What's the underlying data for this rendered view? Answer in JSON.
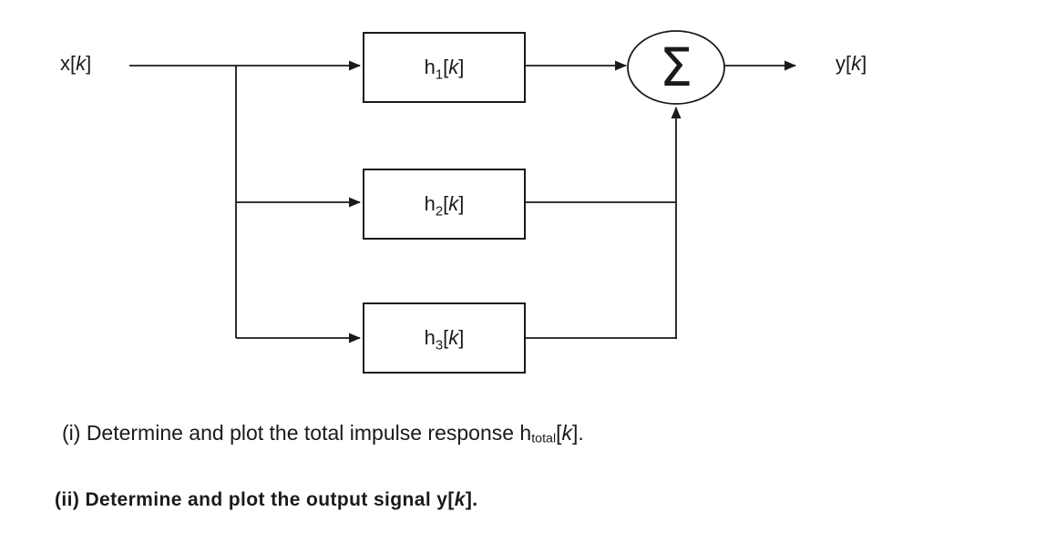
{
  "page": {
    "background": "#ffffff",
    "ink": "#1a1a1a"
  },
  "diagram": {
    "input_label": {
      "name": "x",
      "open": "[",
      "var": "k",
      "close": "]"
    },
    "output_label": {
      "name": "y",
      "open": "[",
      "var": "k",
      "close": "]"
    },
    "blocks": [
      {
        "name": "h",
        "sub": "1",
        "open": "[",
        "var": "k",
        "close": "]"
      },
      {
        "name": "h",
        "sub": "2",
        "open": "[",
        "var": "k",
        "close": "]"
      },
      {
        "name": "h",
        "sub": "3",
        "open": "[",
        "var": "k",
        "close": "]"
      }
    ],
    "summer": {
      "symbol": "Σ"
    }
  },
  "questions": {
    "item_i": {
      "prefix": "(i) Determine and plot the total impulse response h",
      "sub": "total",
      "open": "[",
      "var": "k",
      "close": "]."
    },
    "item_ii": {
      "prefix": "(ii) Determine and plot the output signal y",
      "open": "[",
      "var": "k",
      "close": "]."
    }
  }
}
